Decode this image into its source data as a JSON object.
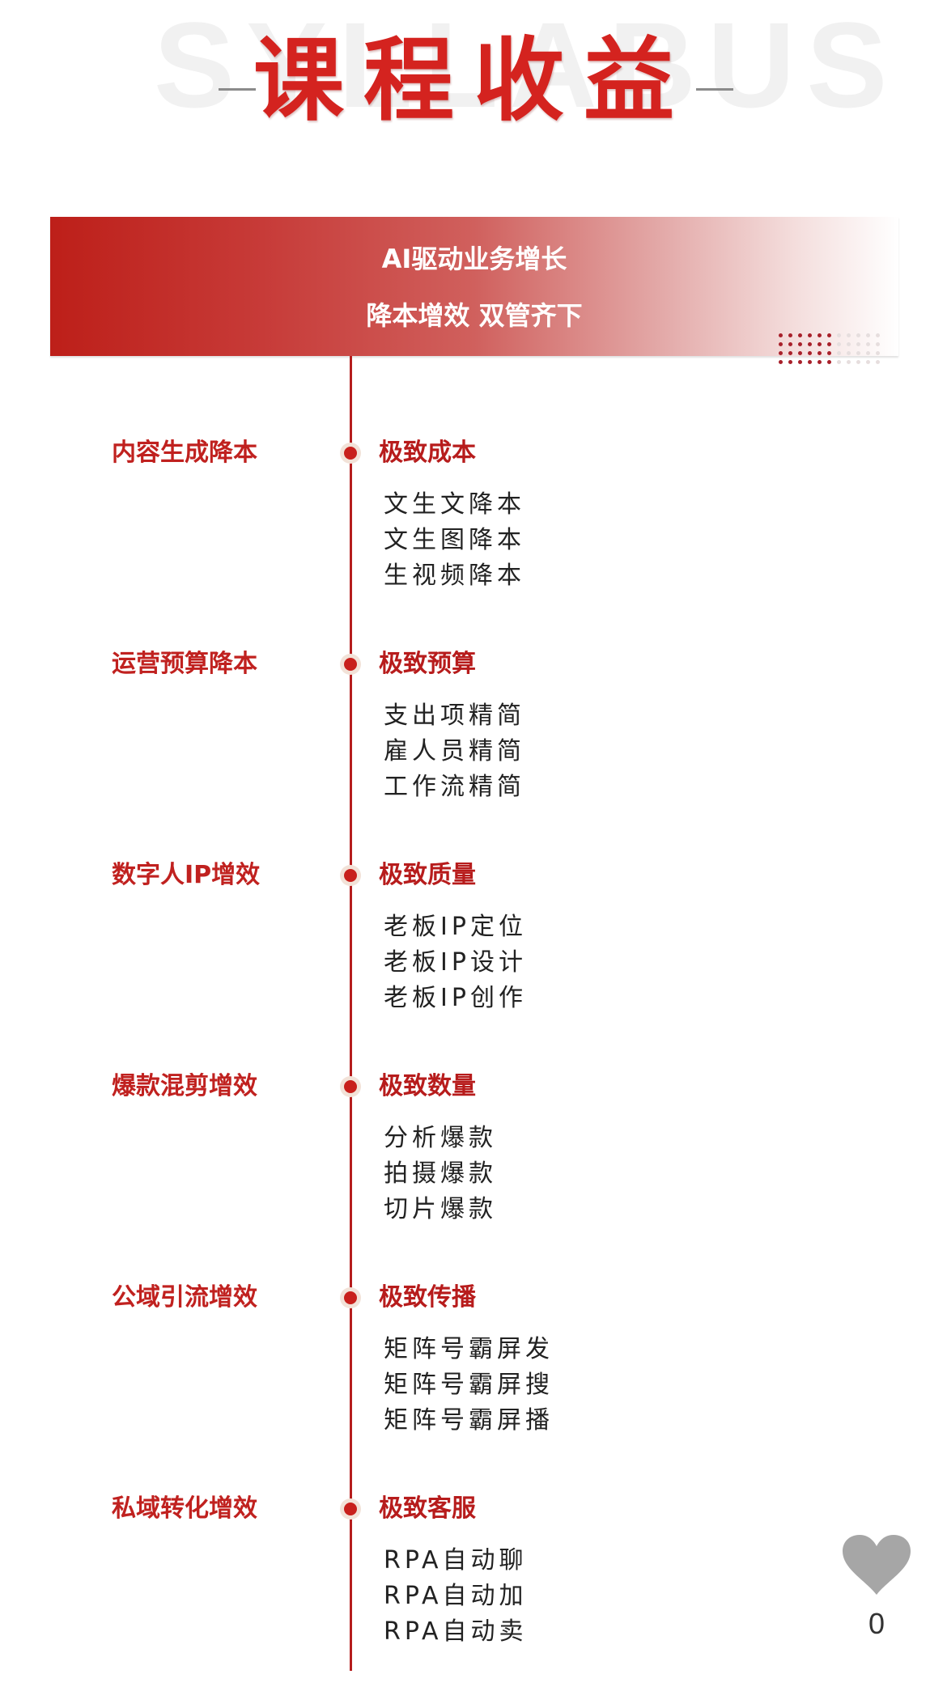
{
  "header": {
    "watermark": "SYLLABUS",
    "title": "课程收益"
  },
  "banner": {
    "line1": "AI驱动业务增长",
    "line2": "降本增效 双管齐下"
  },
  "colors": {
    "accent": "#c8201c",
    "heading": "#b71c1c",
    "body_text": "#222222",
    "like_icon": "#a6a6a6"
  },
  "timeline": [
    {
      "left": "内容生成降本",
      "head": "极致成本",
      "items": [
        "文生文降本",
        "文生图降本",
        "生视频降本"
      ]
    },
    {
      "left": "运营预算降本",
      "head": "极致预算",
      "items": [
        "支出项精简",
        "雇人员精简",
        "工作流精简"
      ]
    },
    {
      "left": "数字人IP增效",
      "head": "极致质量",
      "items": [
        "老板IP定位",
        "老板IP设计",
        "老板IP创作"
      ]
    },
    {
      "left": "爆款混剪增效",
      "head": "极致数量",
      "items": [
        "分析爆款",
        "拍摄爆款",
        "切片爆款"
      ]
    },
    {
      "left": "公域引流增效",
      "head": "极致传播",
      "items": [
        "矩阵号霸屏发",
        "矩阵号霸屏搜",
        "矩阵号霸屏播"
      ]
    },
    {
      "left": "私域转化增效",
      "head": "极致客服",
      "items": [
        "RPA自动聊",
        "RPA自动加",
        "RPA自动卖"
      ]
    }
  ],
  "like": {
    "icon": "heart-icon",
    "count": "0"
  }
}
